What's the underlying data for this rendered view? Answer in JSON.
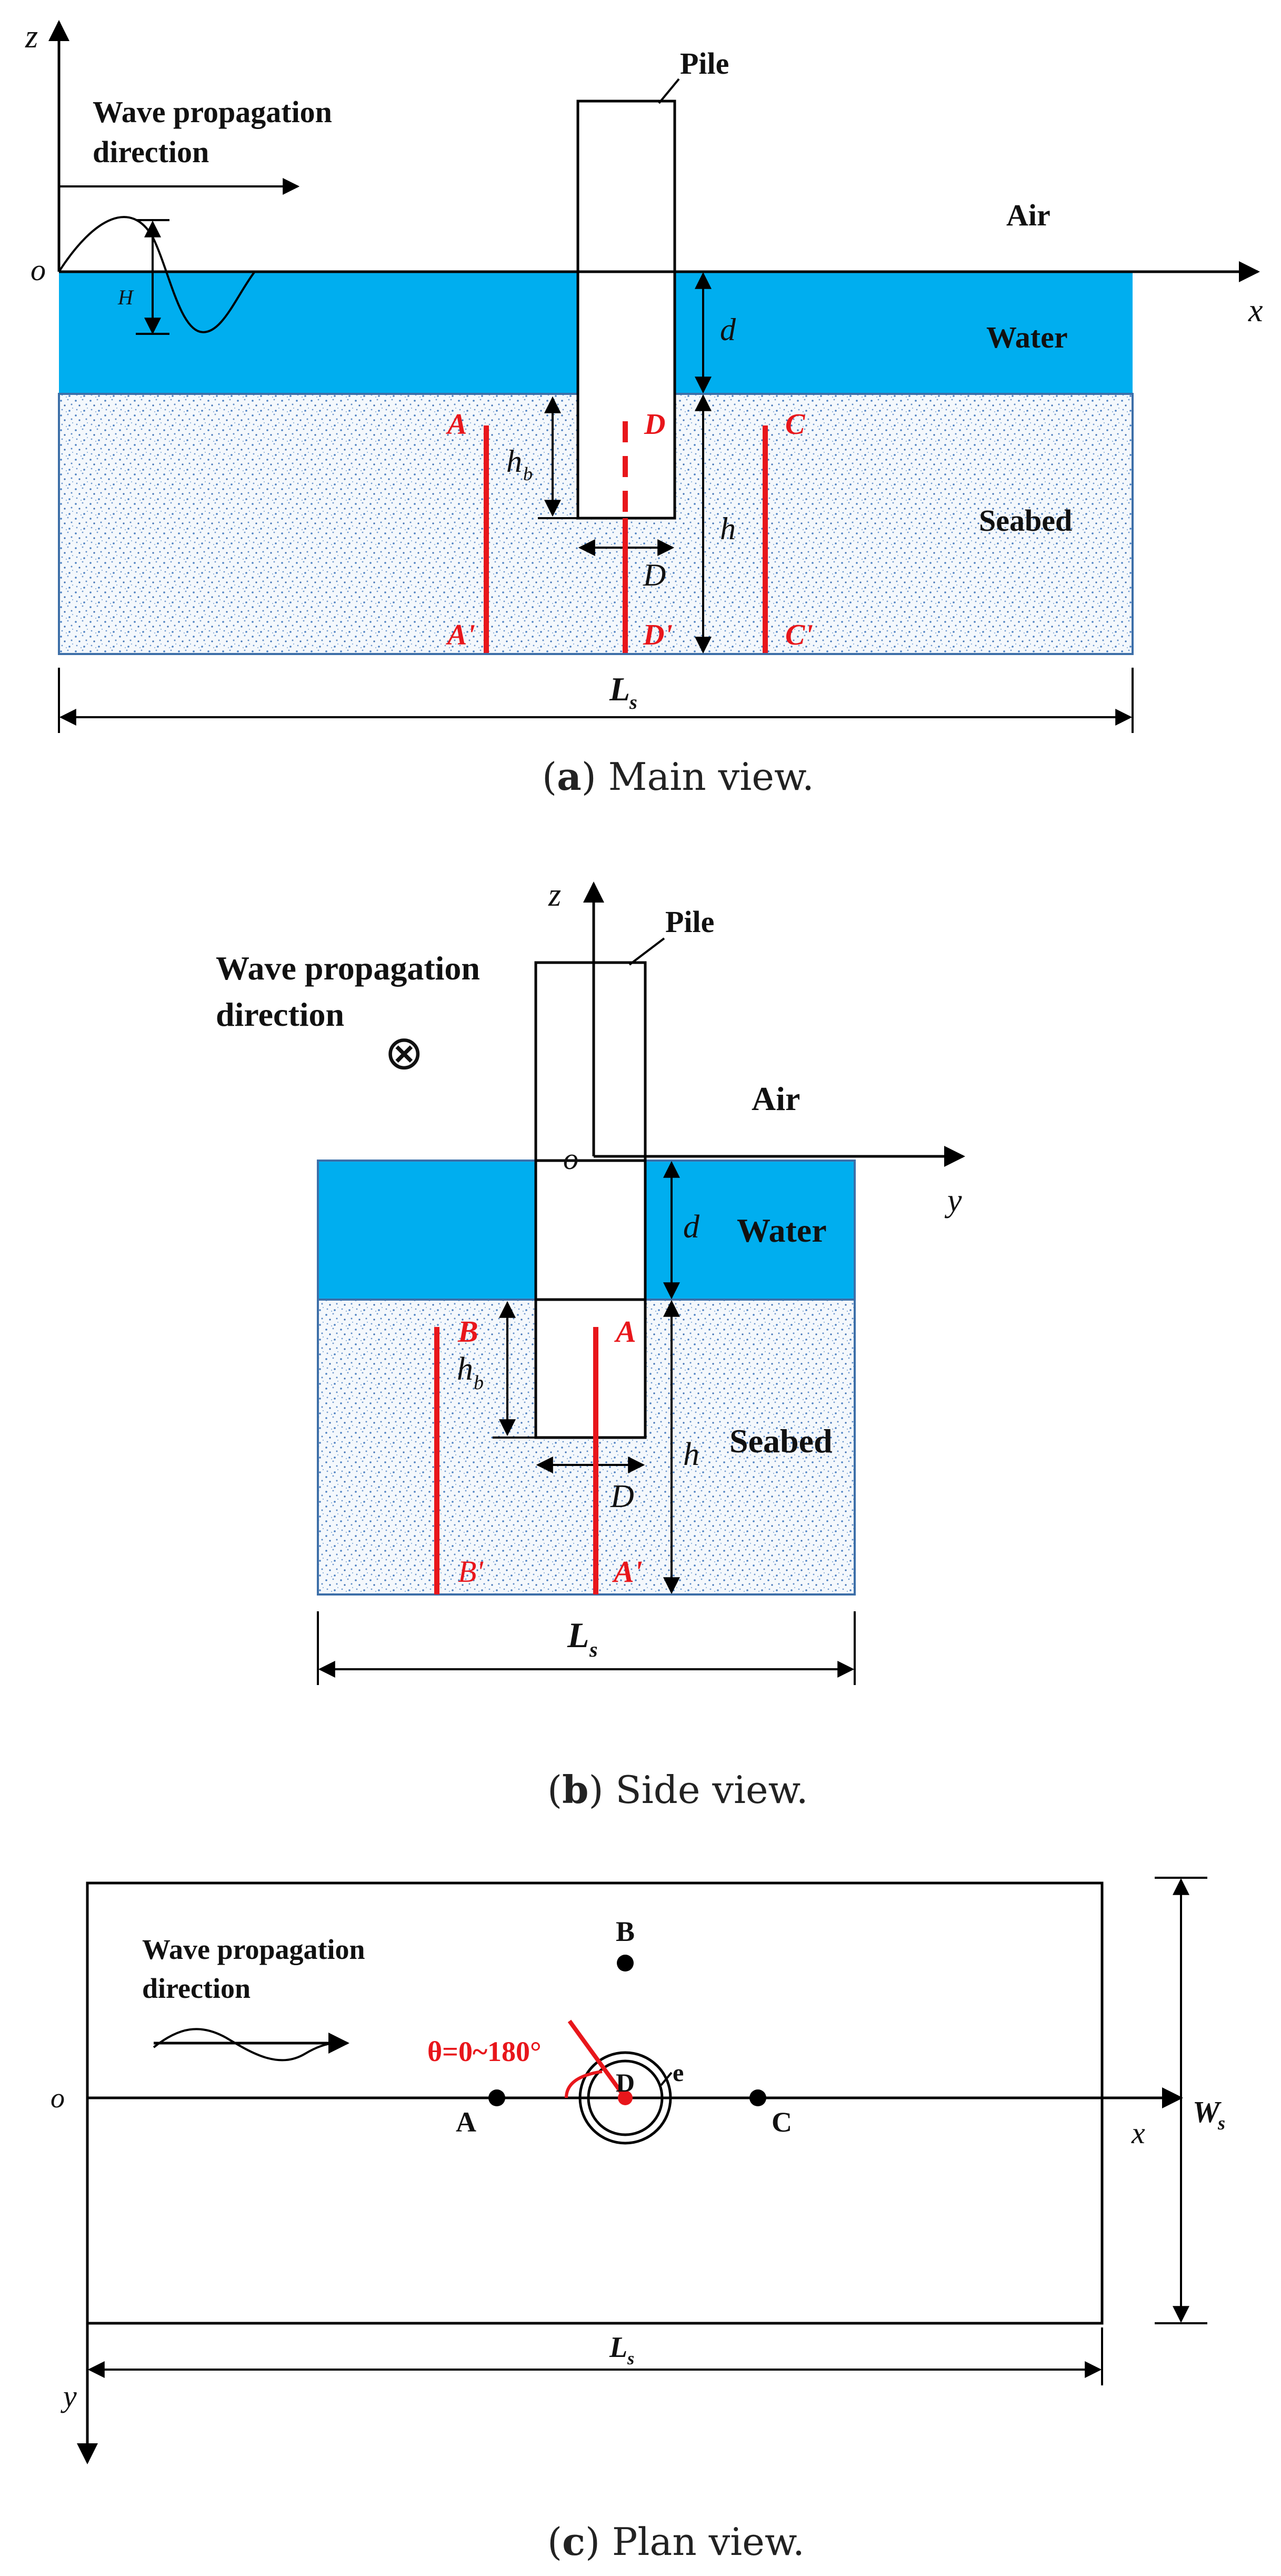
{
  "figure": {
    "main": {
      "axis_z": "z",
      "axis_x": "x",
      "origin": "o",
      "wave_label_1": "Wave propagation",
      "wave_label_2": "direction",
      "pile": "Pile",
      "air": "Air",
      "water": "Water",
      "seabed": "Seabed",
      "H": "H",
      "d": "d",
      "hb_main": "h",
      "hb_sub": "b",
      "h": "h",
      "D": "D",
      "Ls_main": "L",
      "Ls_sub": "s",
      "A": "A",
      "A_prime": "A'",
      "D_top": "D",
      "D_prime": "D'",
      "C": "C",
      "C_prime": "C'",
      "caption_letter": "a",
      "caption_text": ") Main view."
    },
    "side": {
      "axis_z": "z",
      "axis_y": "y",
      "origin": "o",
      "wave_label_1": "Wave propagation",
      "wave_label_2": "direction",
      "into_page_symbol": "⊗",
      "pile": "Pile",
      "air": "Air",
      "water": "Water",
      "seabed": "Seabed",
      "d": "d",
      "hb_main": "h",
      "hb_sub": "b",
      "h": "h",
      "D": "D",
      "Ls_main": "L",
      "Ls_sub": "s",
      "B": "B",
      "B_prime": "B'",
      "A": "A",
      "A_prime": "A'",
      "caption_letter": "b",
      "caption_text": ") Side view."
    },
    "plan": {
      "origin": "o",
      "axis_x": "x",
      "axis_y": "y",
      "wave_label_1": "Wave propagation",
      "wave_label_2": "direction",
      "theta": "θ=0~180°",
      "A": "A",
      "B": "B",
      "C": "C",
      "D": "D",
      "e": "e",
      "Ws_main": "W",
      "Ws_sub": "s",
      "Ls_main": "L",
      "Ls_sub": "s",
      "caption_letter": "c",
      "caption_text": ") Plan view."
    },
    "colors": {
      "water": "#00aeef",
      "seabed_bg": "#f4f8fc",
      "seabed_dots": "#4a7fc1",
      "monitor_line": "#e8161b"
    }
  }
}
